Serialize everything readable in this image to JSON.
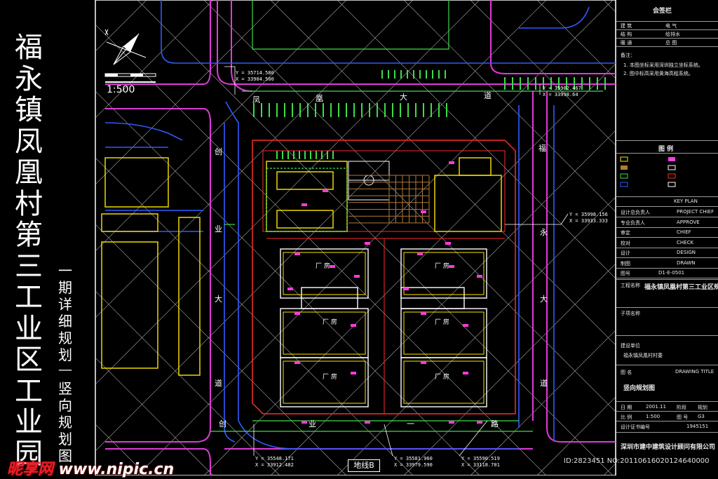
{
  "main_title": [
    "福",
    "永",
    "镇",
    "凤",
    "凰",
    "村",
    "第",
    "三",
    "工",
    "业",
    "区",
    "工",
    "业",
    "园"
  ],
  "sub_title": [
    "一",
    "期",
    "详",
    "细",
    "规",
    "划",
    "—",
    "竖",
    "向",
    "规",
    "划",
    "图"
  ],
  "scale_label": "1:500",
  "road_labels": {
    "north": [
      "凤",
      "凰",
      "大",
      "道"
    ],
    "east": [
      "福",
      "永",
      "大",
      "道"
    ],
    "west": [
      "创",
      "业",
      "大",
      "道"
    ],
    "south": [
      "创",
      "业",
      "一",
      "路"
    ]
  },
  "factory_label": "厂  房",
  "coordinates": {
    "top_left": [
      "Y = 35714.580",
      "X = 33904.500"
    ],
    "top_right": [
      "Y = 35902.467",
      "X = 33998.64"
    ],
    "right": [
      "Y = 35998.156",
      "X = 33933.333"
    ],
    "bottom_left": [
      "Y = 35548.171",
      "X = 33912.482"
    ],
    "bottom_mid": [
      "Y = 35581.960",
      "X = 33979.590"
    ],
    "bottom_right": [
      "Y = 35590.519",
      "X = 33118.701"
    ]
  },
  "bottom_marker": "地线B",
  "panel": {
    "header": "会签栏",
    "sign_rows": [
      [
        "建 筑",
        "电 气"
      ],
      [
        "结 构",
        "给排水"
      ],
      [
        "暖 通",
        "总 图"
      ]
    ],
    "notes_title": "备注：",
    "notes": [
      "1. 本图坐标采用深圳独立坐标系统。",
      "2. 图中标高采用黄海高程系统。"
    ],
    "legend_title": "图  例",
    "key_plan": "KEY PLAN",
    "rows": [
      [
        "设计总负责人",
        "PROJECT CHIEF"
      ],
      [
        "专业负责人",
        "APPROVE"
      ],
      [
        "审定",
        "CHIEF"
      ],
      [
        "校对",
        "CHECK"
      ],
      [
        "设计",
        "DESIGN"
      ],
      [
        "制图",
        "DRAWN"
      ],
      [
        "图号",
        "D1-E-0501"
      ]
    ],
    "project_label": "工程名称",
    "project_name": "福永镇凤凰村第三工业区规划",
    "sub_label": "子项名称",
    "client_label": "建设单位",
    "client_name": "福永镇凤凰村村委",
    "drawing_label": "图 名",
    "drawing_title_en": "DRAWING TITLE",
    "drawing_name": "竖向规划图",
    "date_label": "日 期",
    "date_value": "2001.11",
    "stage_label": "阶段",
    "stage_value": "规划",
    "scale_label": "比 例",
    "scale_value": "1:500",
    "sheet_label": "图 号",
    "sheet_value": "G3",
    "cert_label": "设计证书编号",
    "cert_value": "1945151",
    "company": "深圳市建中建筑设计顾问有限公司"
  },
  "watermark": {
    "a": "昵享网",
    "b": " www.nipic.cn"
  },
  "image_id": "ID:2823451 NO:20110616020124640000"
}
